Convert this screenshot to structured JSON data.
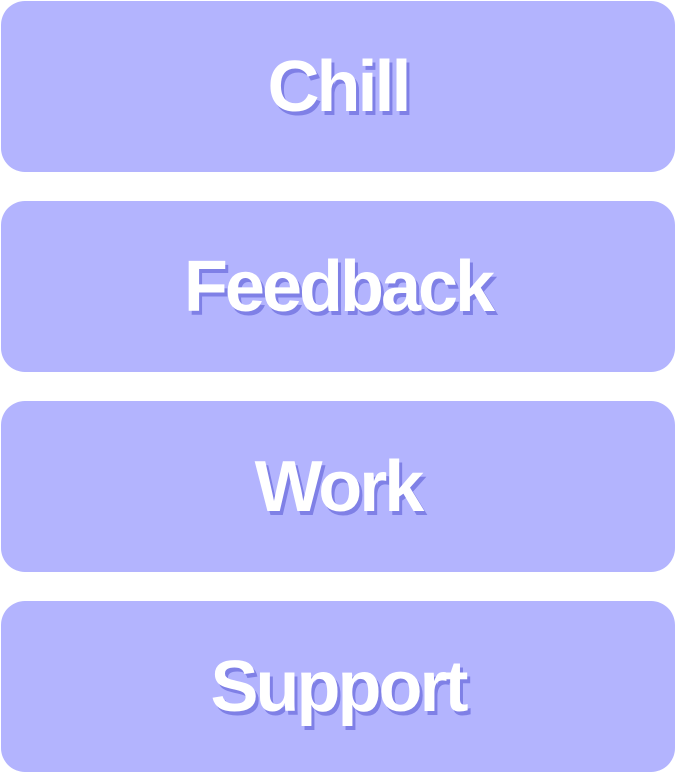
{
  "theme": {
    "button_bg": "#b3b4fe",
    "label_color": "#ffffff",
    "label_shadow": "#7f80e6"
  },
  "menu": {
    "items": [
      {
        "label": "Chill"
      },
      {
        "label": "Feedback"
      },
      {
        "label": "Work"
      },
      {
        "label": "Support"
      }
    ]
  }
}
